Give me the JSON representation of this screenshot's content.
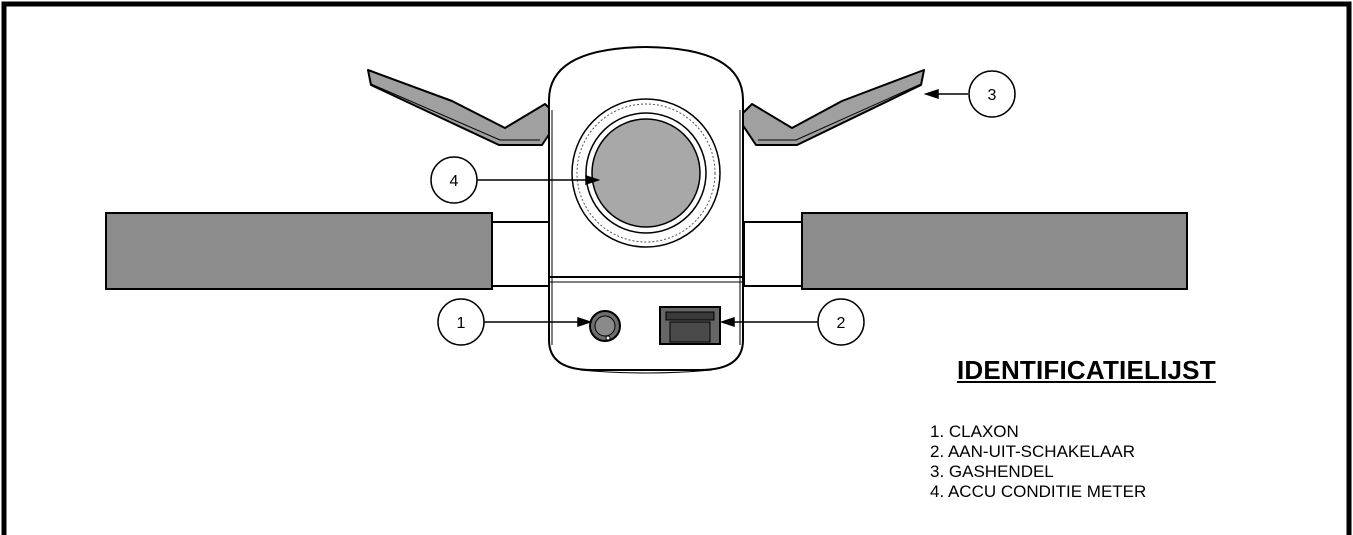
{
  "callouts": [
    {
      "number": "1",
      "target": "claxon"
    },
    {
      "number": "2",
      "target": "aan-uit-schakelaar"
    },
    {
      "number": "3",
      "target": "gashendel"
    },
    {
      "number": "4",
      "target": "accu-conditie-meter"
    }
  ],
  "legend": {
    "title": "IDENTIFICATIELIJST",
    "items": [
      "1. CLAXON",
      "2. AAN-UIT-SCHAKELAAR",
      "3. GASHENDEL",
      "4. ACCU CONDITIE METER"
    ]
  },
  "colors": {
    "grip_fill": "#8c8c8c",
    "meter_fill": "#a8a8a8",
    "lever_fill": "#a0a0a0",
    "line": "#000000",
    "background": "#ffffff"
  }
}
